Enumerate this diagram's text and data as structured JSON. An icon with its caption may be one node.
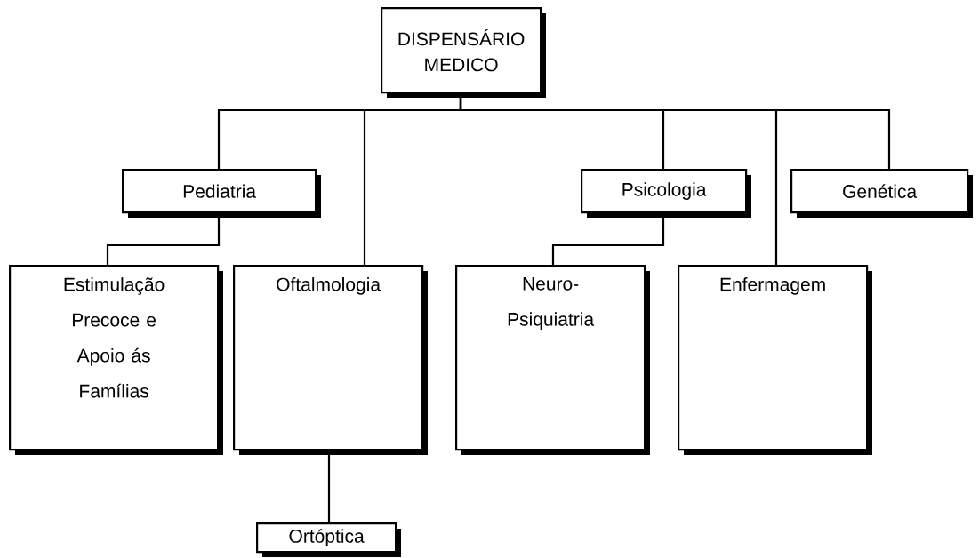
{
  "diagram": {
    "nodes": [
      {
        "text": [
          "DISPENSÁRIO MEDICO"
        ]
      },
      {
        "text": [
          "Pediatria"
        ]
      },
      {
        "text": [
          "Psicologia"
        ]
      },
      {
        "text": [
          "Genética"
        ]
      },
      {
        "text": [
          "Estimulação Precoce e Apoio ás Famílias"
        ]
      },
      {
        "text": [
          "Oftalmologia"
        ]
      },
      {
        "text": [
          "Neuro- Psiquiatria"
        ]
      },
      {
        "text": [
          "Enfermagem"
        ]
      },
      {
        "text": [
          "Ortóptica"
        ]
      }
    ],
    "edges": [
      {
        "from": 0,
        "to": 1,
        "arrow": "none"
      },
      {
        "from": 0,
        "to": 5,
        "arrow": "none"
      },
      {
        "from": 0,
        "to": 2,
        "arrow": "none"
      },
      {
        "from": 0,
        "to": 7,
        "arrow": "none"
      },
      {
        "from": 0,
        "to": 3,
        "arrow": "none"
      },
      {
        "from": 1,
        "to": 4,
        "arrow": "none"
      },
      {
        "from": 2,
        "to": 6,
        "arrow": "none"
      },
      {
        "from": 5,
        "to": 8,
        "arrow": "none"
      }
    ]
  }
}
